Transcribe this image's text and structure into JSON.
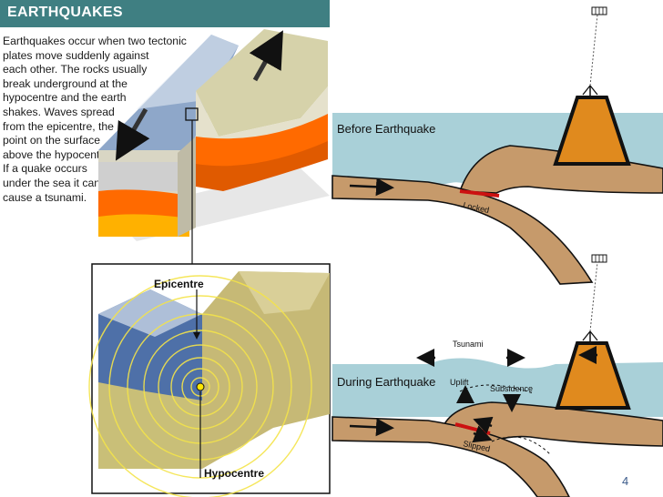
{
  "header": {
    "title": "EARTHQUAKES"
  },
  "intro_lines": [
    "Earthquakes occur when two tectonic",
    "plates move suddenly against",
    "each other. The rocks usually",
    "break underground at the",
    "hypocentre and the earth",
    "shakes. Waves spread",
    "from the epicentre, the",
    "point on the surface",
    "above the hypocentre.",
    "If a quake occurs",
    "under the sea it can",
    "cause a tsunami."
  ],
  "inset": {
    "epicentre": "Epicentre",
    "hypocentre": "Hypocentre"
  },
  "before": {
    "title": "Before Earthquake",
    "locked": "Locked"
  },
  "during": {
    "title": "During Earthquake",
    "tsunami": "Tsunami",
    "uplift": "Uplift",
    "subsidence": "Subsidence",
    "slipped": "Slipped"
  },
  "page_number": "4",
  "colors": {
    "header": "#3f7f82",
    "ocean": "#a9d0d8",
    "plate": "#c69a6b",
    "volcano": "#e08a1e",
    "fault": "#cc1111",
    "page_number": "#3b5b8a"
  }
}
